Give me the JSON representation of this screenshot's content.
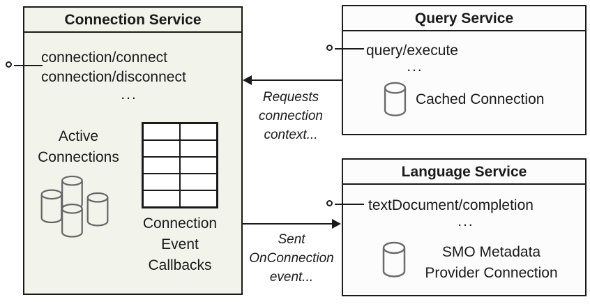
{
  "colors": {
    "background": "#ffffff",
    "box_border": "#1a1a1a",
    "connection_box_fill": "#f2f4ec",
    "service_box_fill": "#fcfcfc",
    "text": "#1a1a1a",
    "cylinder_stroke": "#666666"
  },
  "boxes": {
    "connection_service": {
      "title": "Connection Service",
      "methods": [
        "connection/connect",
        "connection/disconnect"
      ],
      "ellipsis": "...",
      "active_connections_label": "Active\nConnections",
      "callbacks_label": "Connection\nEvent\nCallbacks",
      "table": {
        "rows": 5,
        "cols": 2
      }
    },
    "query_service": {
      "title": "Query Service",
      "method": "query/execute",
      "ellipsis": "...",
      "connection_label": "Cached Connection"
    },
    "language_service": {
      "title": "Language Service",
      "method": "textDocument/completion",
      "ellipsis": "...",
      "connection_label": "SMO Metadata\nProvider Connection"
    }
  },
  "arrows": {
    "requests_connection": {
      "label": "Requests\nconnection\ncontext..."
    },
    "sent_onconnection": {
      "label": "Sent\nOnConnection\nevent..."
    }
  },
  "icons": {
    "active_connections": "database-cylinders-cluster",
    "callback_table": "table-grid",
    "cached_connection": "database-cylinder",
    "smo_provider_connection": "database-cylinder"
  }
}
